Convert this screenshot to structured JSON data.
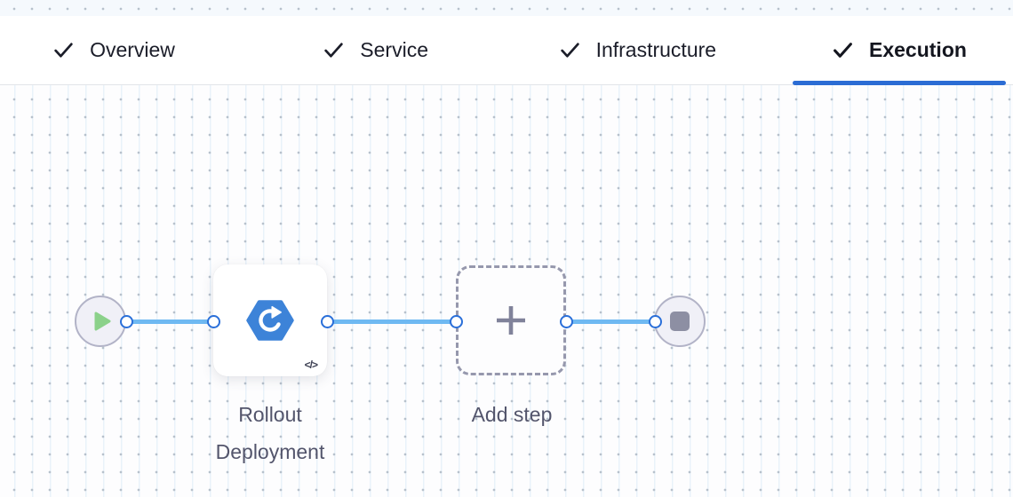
{
  "tabs": [
    {
      "label": "Overview",
      "state": "completed",
      "active": false
    },
    {
      "label": "Service",
      "state": "completed",
      "active": false
    },
    {
      "label": "Infrastructure",
      "state": "completed",
      "active": false
    },
    {
      "label": "Execution",
      "state": "completed",
      "active": true
    }
  ],
  "pipeline": {
    "nodes": [
      {
        "id": "start",
        "type": "start-node",
        "icon": "play-icon"
      },
      {
        "id": "rollout-deployment",
        "type": "step-node",
        "label": "Rollout Deployment",
        "icon": "k8s-rollout-hexagon-icon",
        "badge": "</>"
      },
      {
        "id": "add-step",
        "type": "add-step-placeholder",
        "label": "Add step",
        "icon": "plus-icon"
      },
      {
        "id": "end",
        "type": "end-node",
        "icon": "stop-icon"
      }
    ],
    "edges": [
      {
        "from": "start",
        "to": "rollout-deployment"
      },
      {
        "from": "rollout-deployment",
        "to": "add-step"
      },
      {
        "from": "add-step",
        "to": "end"
      }
    ]
  },
  "icons": {
    "code_badge": "</>"
  },
  "colors": {
    "active_tab_underline": "#2b6cd4",
    "connector_line": "#6fb9f2",
    "port_border": "#2a6fd9",
    "node_fill": "#f0f0f7",
    "node_border": "#b2b3c7",
    "play_green": "#8bd18a",
    "stop_gray": "#8d8fa3",
    "rollout_icon_blue": "#3d83d8",
    "label_text": "#53556c",
    "tab_text": "#1b1d29"
  }
}
